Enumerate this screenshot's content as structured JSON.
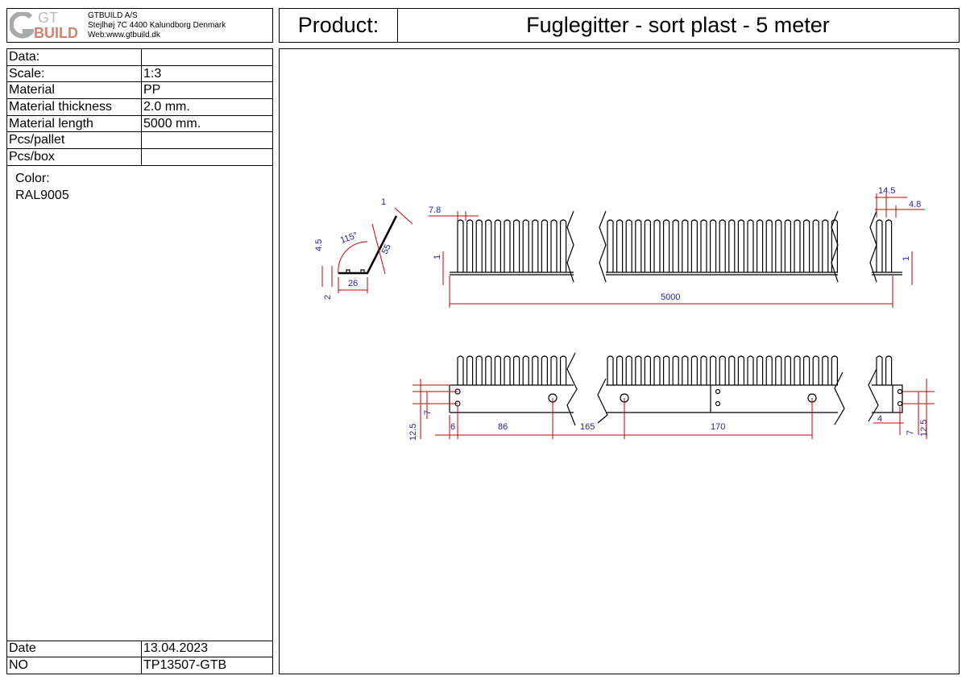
{
  "company": {
    "logo_text_top": "GT",
    "logo_text_bottom": "BUILD",
    "name": "GTBUILD A/S",
    "address": "Stejlhøj 7C 4400 Kalundborg Denmark",
    "web": "Web:www.gtbuild.dk"
  },
  "product": {
    "label": "Product:",
    "name": "Fuglegitter - sort plast - 5 meter"
  },
  "specs": [
    {
      "key": "Data:",
      "value": ""
    },
    {
      "key": "Scale:",
      "value": "1:3"
    },
    {
      "key": "Material",
      "value": "PP"
    },
    {
      "key": "Material thickness",
      "value": "2.0 mm."
    },
    {
      "key": "Material length",
      "value": "5000 mm."
    },
    {
      "key": "Pcs/pallet",
      "value": ""
    },
    {
      "key": "Pcs/box",
      "value": ""
    }
  ],
  "color": {
    "label": "Color:",
    "value": "RAL9005"
  },
  "footer": [
    {
      "key": "Date",
      "value": "13.04.2023"
    },
    {
      "key": "NO",
      "value": "TP13507-GTB"
    }
  ],
  "dimensions": {
    "profile": {
      "thickness": "1",
      "angle": "115°",
      "leg": "55",
      "base": "26",
      "height": "4.5",
      "bottom": "2"
    },
    "side": {
      "fin_width": "7.8",
      "pitch": "14.5",
      "gap": "4.8",
      "base_left": "1",
      "base_right": "1",
      "length": "5000"
    },
    "bottom": {
      "edge": "12.5",
      "hole_spacing": "7",
      "first": "6",
      "d1": "86",
      "d2": "165",
      "d3": "170",
      "right_edge": "4",
      "right_spacing": "7",
      "right_total": "12.5"
    }
  },
  "colors": {
    "dimension_line": "#cc0000",
    "dimension_text": "#2222aa"
  }
}
